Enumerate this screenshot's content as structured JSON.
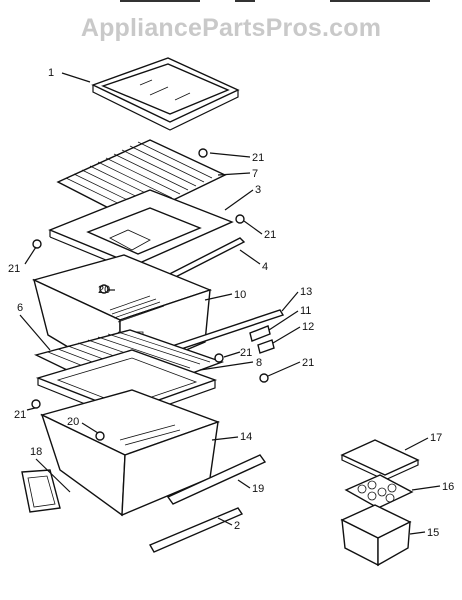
{
  "watermark": "AppliancePartsPros.com",
  "callouts": [
    {
      "id": "c1",
      "label": "1"
    },
    {
      "id": "c21a",
      "label": "21"
    },
    {
      "id": "c7",
      "label": "7"
    },
    {
      "id": "c3",
      "label": "3"
    },
    {
      "id": "c21b",
      "label": "21"
    },
    {
      "id": "c21c",
      "label": "21"
    },
    {
      "id": "c4",
      "label": "4"
    },
    {
      "id": "c20a",
      "label": "20"
    },
    {
      "id": "c10",
      "label": "10"
    },
    {
      "id": "c13",
      "label": "13"
    },
    {
      "id": "c6",
      "label": "6"
    },
    {
      "id": "c11",
      "label": "11"
    },
    {
      "id": "c12",
      "label": "12"
    },
    {
      "id": "c21d",
      "label": "21"
    },
    {
      "id": "c8",
      "label": "8"
    },
    {
      "id": "c21e",
      "label": "21"
    },
    {
      "id": "c21f",
      "label": "21"
    },
    {
      "id": "c20b",
      "label": "20"
    },
    {
      "id": "c14",
      "label": "14"
    },
    {
      "id": "c17",
      "label": "17"
    },
    {
      "id": "c18",
      "label": "18"
    },
    {
      "id": "c16",
      "label": "16"
    },
    {
      "id": "c19",
      "label": "19"
    },
    {
      "id": "c2",
      "label": "2"
    },
    {
      "id": "c15",
      "label": "15"
    }
  ]
}
